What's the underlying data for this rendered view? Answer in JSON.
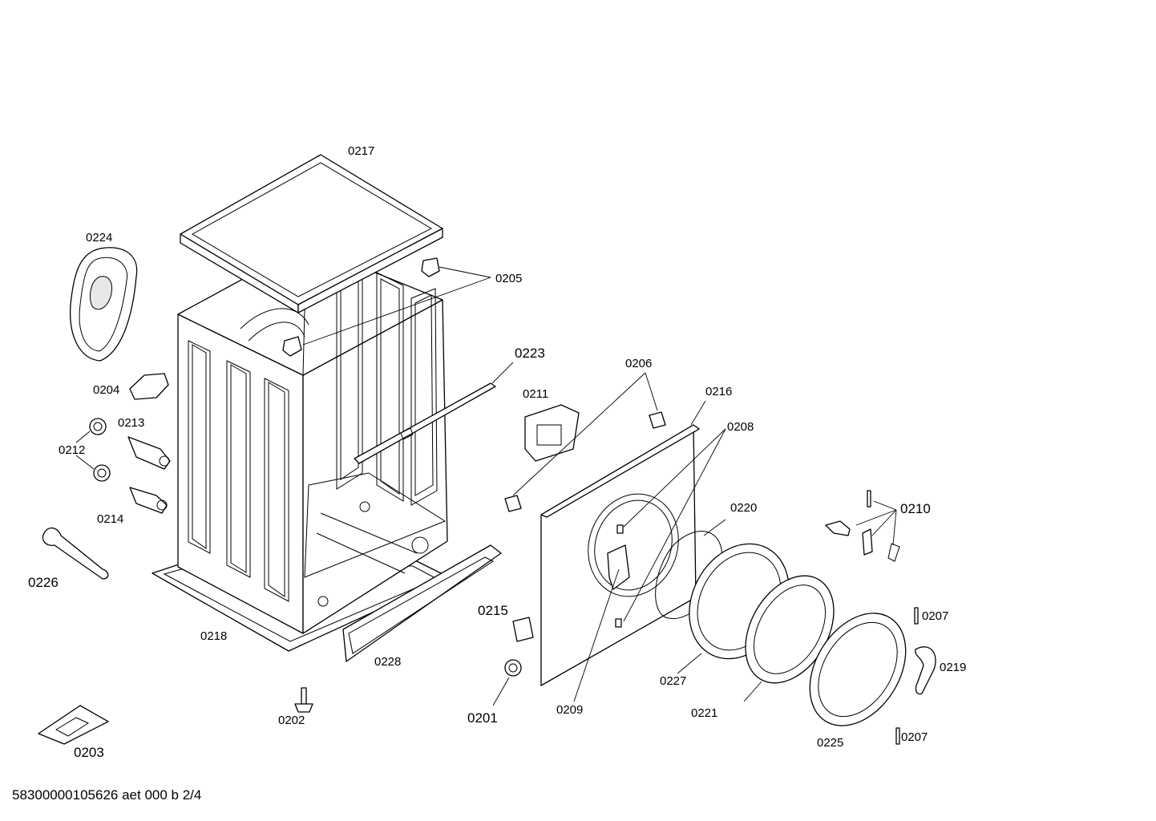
{
  "labels": {
    "l0217": "0217",
    "l0224": "0224",
    "l0205": "0205",
    "l0223": "0223",
    "l0206": "0206",
    "l0211": "0211",
    "l0216": "0216",
    "l0208": "0208",
    "l0204": "0204",
    "l0213": "0213",
    "l0212": "0212",
    "l0214": "0214",
    "l0220": "0220",
    "l0210": "0210",
    "l0226": "0226",
    "l0215": "0215",
    "l0207a": "0207",
    "l0218": "0218",
    "l0228": "0228",
    "l0219": "0219",
    "l0227": "0227",
    "l0201": "0201",
    "l0209": "0209",
    "l0221": "0221",
    "l0202": "0202",
    "l0225": "0225",
    "l0207b": "0207",
    "l0203": "0203"
  },
  "footer": "58300000105626 aet 000 b 2/4"
}
